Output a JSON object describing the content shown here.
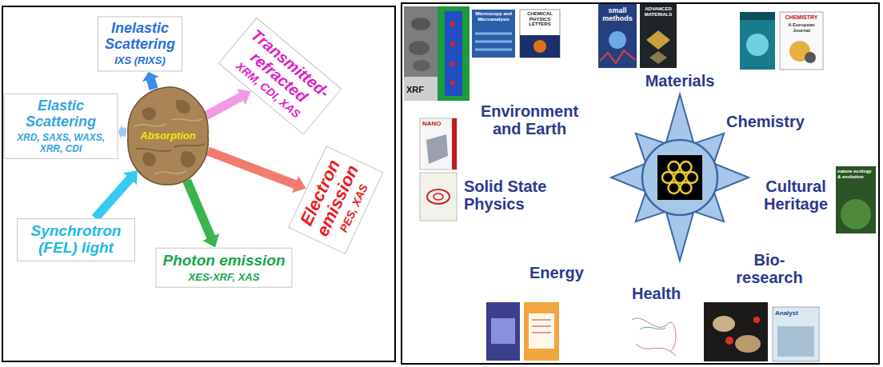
{
  "diagram": {
    "nodes": [
      {
        "text": [
          "Inelastic Scattering",
          "IXS (RIXS)"
        ]
      },
      {
        "text": [
          "Transmitted-refracted",
          "XRM, CDI, XAS"
        ]
      },
      {
        "text": [
          "Elastic Scattering",
          "XRD, SAXS, WAXS, XRR, CDI"
        ]
      },
      {
        "text": [
          "Absorption"
        ]
      },
      {
        "text": [
          "Electron emission",
          "PES, XAS"
        ]
      },
      {
        "text": [
          "Synchrotron (FEL) light"
        ]
      },
      {
        "text": [
          "Photon emission",
          "XES-XRF, XAS"
        ]
      }
    ],
    "edges": [
      {
        "from": 5,
        "to": 3,
        "arrow": "to"
      },
      {
        "from": 3,
        "to": 0,
        "arrow": "to"
      },
      {
        "from": 3,
        "to": 1,
        "arrow": "to"
      },
      {
        "from": 3,
        "to": 2,
        "arrow": "to"
      },
      {
        "from": 3,
        "to": 4,
        "arrow": "to"
      },
      {
        "from": 3,
        "to": 6,
        "arrow": "to"
      }
    ],
    "labels": [
      "Environment and Earth",
      "Materials",
      "Chemistry",
      "Solid State Physics",
      "Cultural Heritage",
      "Energy",
      "Health",
      "Bio-research",
      "XRF",
      "Microscopy and Microanalysis",
      "CHEMICAL PHYSICS LETTERS",
      "small methods",
      "ADVANCED MATERIALS",
      "CHEMISTRY",
      "A European Journal",
      "NANO",
      "nature ecology & evolution",
      "Analyst"
    ]
  }
}
